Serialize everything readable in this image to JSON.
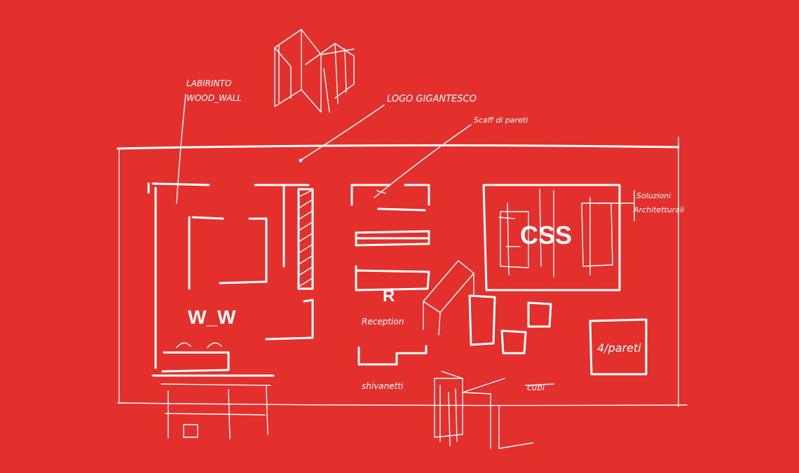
{
  "background_color": "#e3302d",
  "ink_color": "#ffffff",
  "labels": {
    "labirinto_line1": "LABIRINTO",
    "labirinto_line2": "WOOD_WALL",
    "logo_gigantesco": "LOGO GIGANTESCO",
    "scaffali_pareti": "Scaff di pareti",
    "soluzioni_line1": "Soluzioni",
    "soluzioni_line2": "Architetturali",
    "css_logo": "_CSS",
    "ww_logo": "W_W",
    "reception_mark": "R",
    "reception_label": "Reception",
    "shivanetti": "shivanetti",
    "cubi": "cubi",
    "quattro_pareti": "4/pareti"
  }
}
